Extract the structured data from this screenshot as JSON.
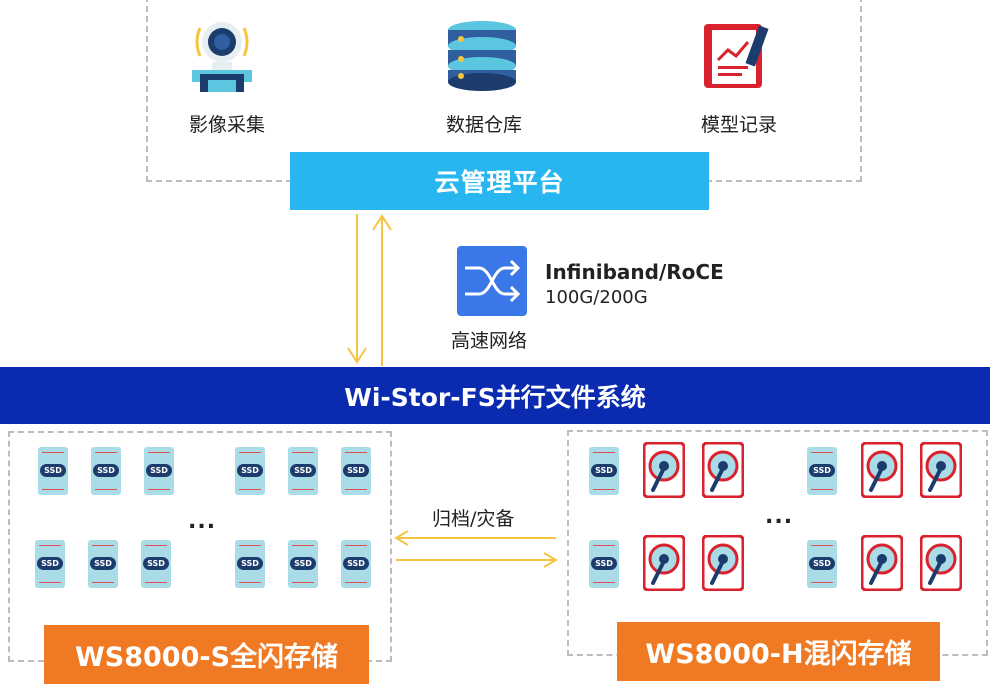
{
  "sources": [
    {
      "label": "影像采集",
      "icon": "camera-icon"
    },
    {
      "label": "数据仓库",
      "icon": "database-icon"
    },
    {
      "label": "模型记录",
      "icon": "report-icon"
    }
  ],
  "cloud_platform": "云管理平台",
  "network": {
    "title": "Infiniband/RoCE",
    "speed": "100G/200G",
    "label": "高速网络"
  },
  "filesystem": "Wi-Stor-FS并行文件系统",
  "archive_label": "归档/灾备",
  "storage_s": {
    "name": "WS8000-S全闪存储",
    "disk_label": "SSD",
    "ellipsis": "..."
  },
  "storage_h": {
    "name": "WS8000-H混闪存储",
    "disk_label": "SSD",
    "ellipsis": "..."
  },
  "colors": {
    "cloud_bar": "#27b6f0",
    "fs_bar": "#0a2bb0",
    "storage_label": "#f07a24",
    "arrow": "#f5c542",
    "ssd": "#a9dce6",
    "hdd_red": "#d9222e"
  }
}
